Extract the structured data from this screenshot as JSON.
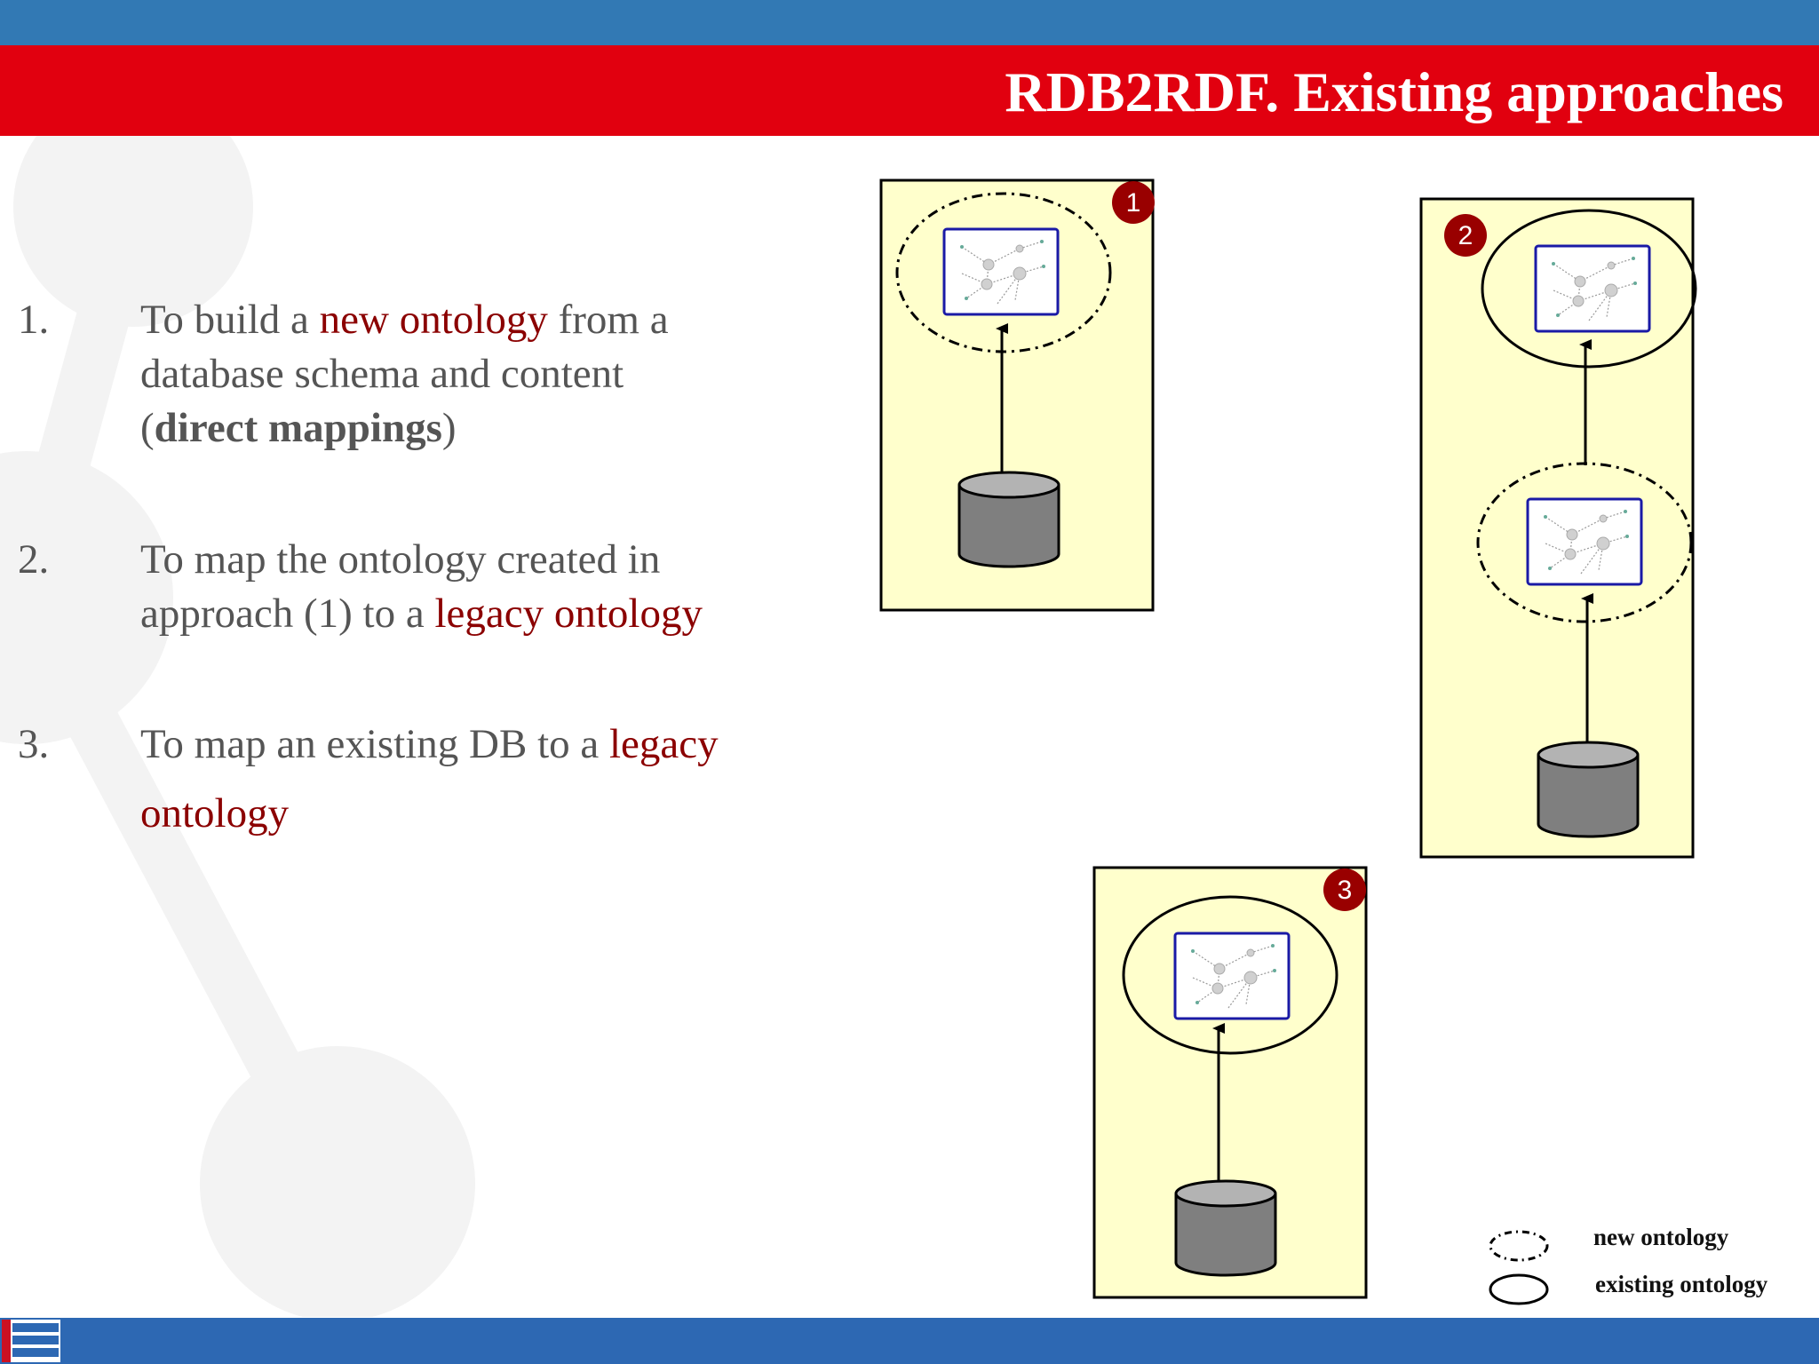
{
  "slide": {
    "title": "RDB2RDF. Existing approaches"
  },
  "list": [
    {
      "number": "1.",
      "line1_a": "To build a ",
      "line1_b": "new ontology",
      "line1_c": " from a",
      "line2": "database schema and content",
      "line3_a": "(",
      "line3_b": "direct mappings",
      "line3_c": ")"
    },
    {
      "number": "2.",
      "line1": "To map the ontology created in",
      "line2_a": "approach (1) to a ",
      "line2_b": "legacy ontology"
    },
    {
      "number": "3.",
      "line1_a": "To map an existing DB to a  ",
      "line1_b": "legacy",
      "line2": "ontology"
    }
  ],
  "diagrams": {
    "badges": [
      "1",
      "2",
      "3"
    ]
  },
  "legend": {
    "new_label": "new ontology",
    "existing_label": "existing ontology"
  },
  "colors": {
    "top_bar": "#3279b4",
    "title_bar": "#e1000f",
    "bottom_bar": "#2d68b3",
    "panel_fill": "#ffffcc",
    "badge": "#990000",
    "accent_text": "#8b0000",
    "body_text": "#555555"
  }
}
